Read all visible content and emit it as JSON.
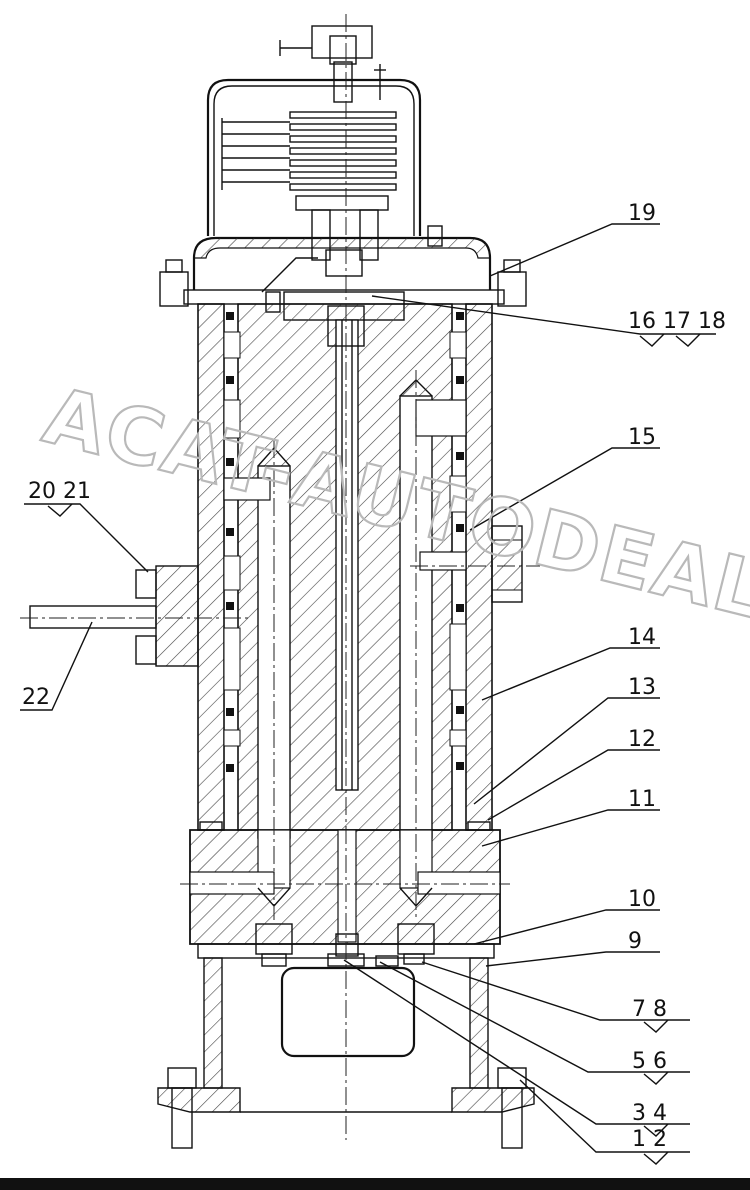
{
  "watermark": "ACAT-AUTODEALER.RU",
  "callouts": [
    {
      "id": "c19",
      "text": "19"
    },
    {
      "id": "c16",
      "text": "16 17 18"
    },
    {
      "id": "c15",
      "text": "15"
    },
    {
      "id": "c2021",
      "text": "20 21"
    },
    {
      "id": "c22",
      "text": "22"
    },
    {
      "id": "c14",
      "text": "14"
    },
    {
      "id": "c13",
      "text": "13"
    },
    {
      "id": "c12",
      "text": "12"
    },
    {
      "id": "c11",
      "text": "11"
    },
    {
      "id": "c10",
      "text": "10"
    },
    {
      "id": "c9",
      "text": "9"
    },
    {
      "id": "c78",
      "text": "7  8"
    },
    {
      "id": "c56",
      "text": "5  6"
    },
    {
      "id": "c34",
      "text": "3  4"
    },
    {
      "id": "c12b",
      "text": "1  2"
    }
  ],
  "colors": {
    "line": "#111111",
    "hatch": "#444444",
    "watermark": "#b9b9b9",
    "bottom_bar": "#111111"
  }
}
